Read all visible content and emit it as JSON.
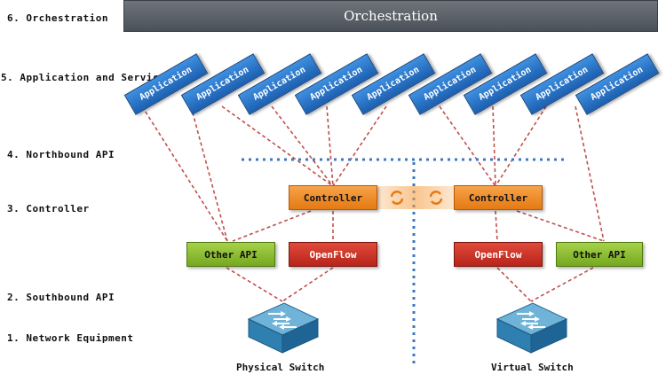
{
  "layers": [
    "6. Orchestration",
    "5. Application and Service",
    "4. Northbound API",
    "3. Controller",
    "2. Southbound API",
    "1. Network Equipment"
  ],
  "orchestration": "Orchestration",
  "applications": [
    "Application",
    "Application",
    "Application",
    "Application",
    "Application",
    "Application",
    "Application",
    "Application",
    "Application"
  ],
  "controllers": [
    "Controller",
    "Controller"
  ],
  "southbound": {
    "left_other": "Other API",
    "left_openflow": "OpenFlow",
    "right_openflow": "OpenFlow",
    "right_other": "Other API"
  },
  "switches": [
    "Physical Switch",
    "Virtual Switch"
  ],
  "colors": {
    "orchestration": "#5c6269",
    "application": "#2a74c8",
    "controller": "#f08c2a",
    "other_api": "#8fbf36",
    "openflow": "#cc3426",
    "links": "#c0504d",
    "divider": "#3b78c4"
  }
}
